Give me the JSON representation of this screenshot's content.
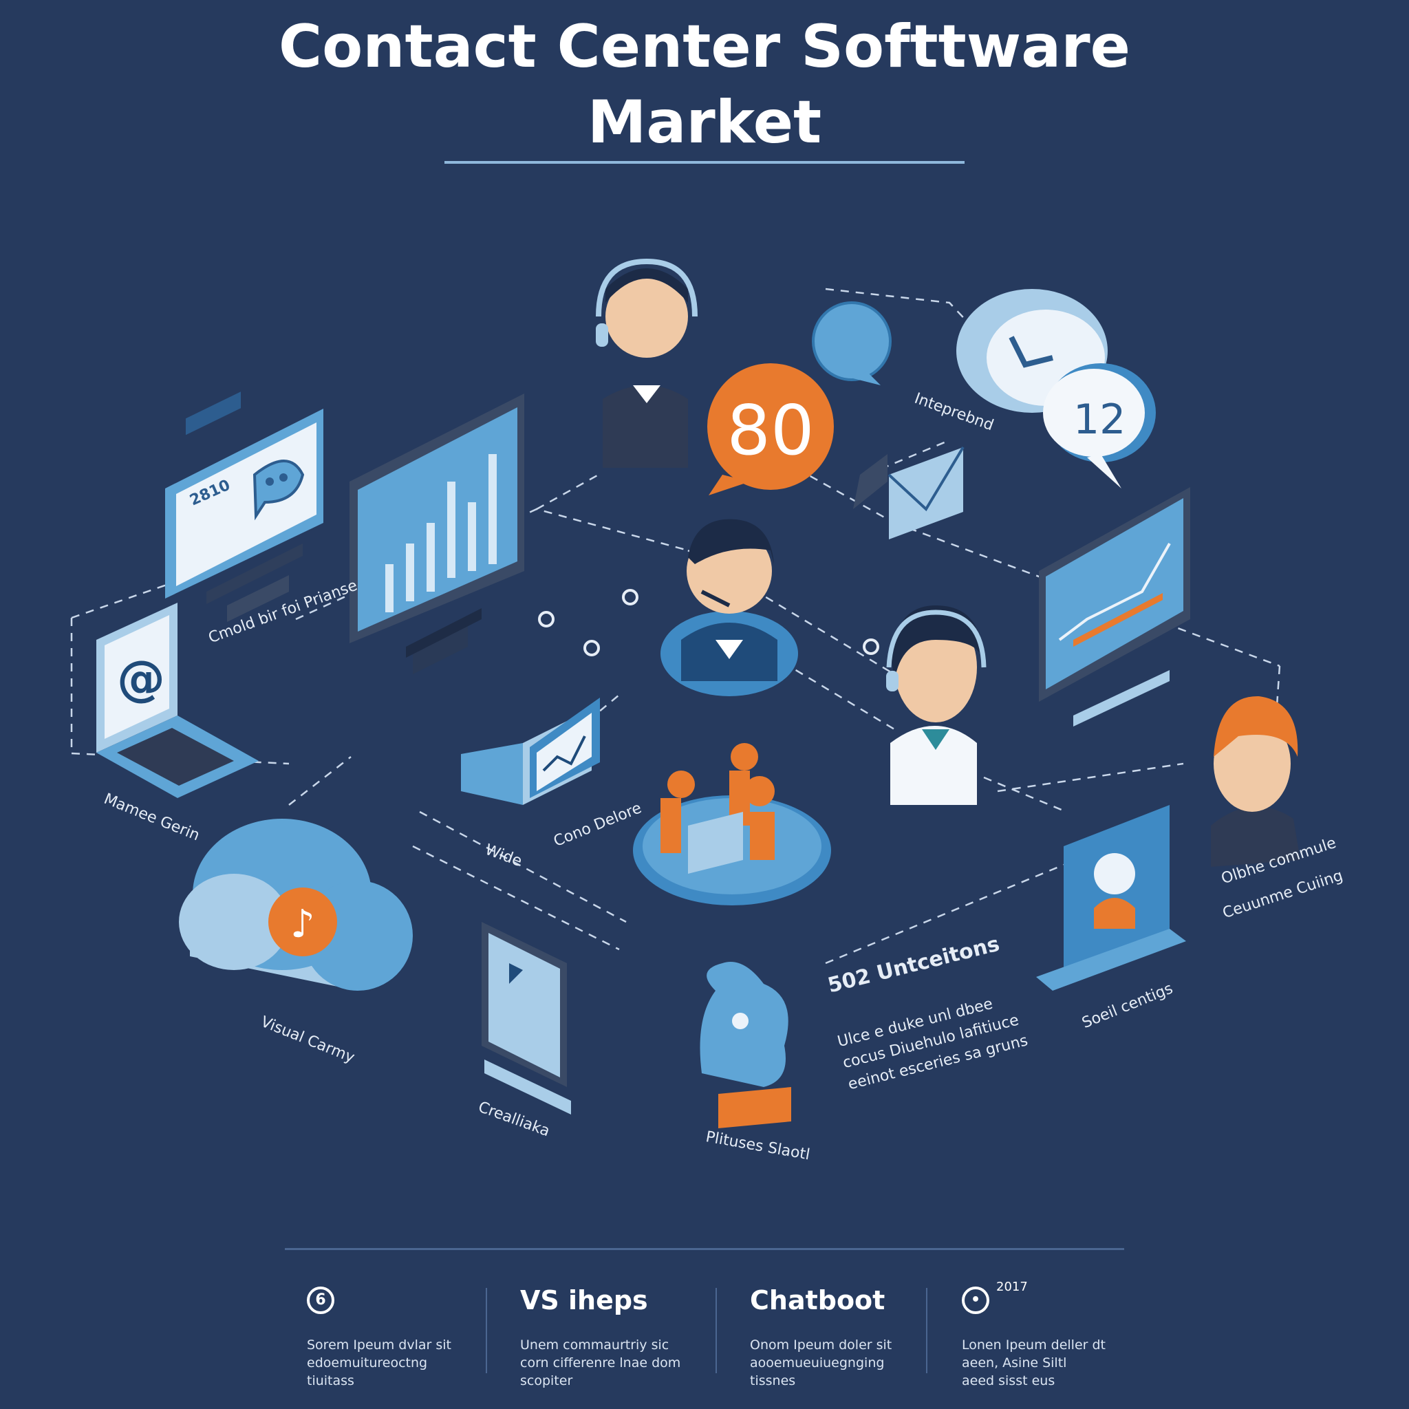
{
  "title": {
    "line1": "Contact Center Softtware",
    "line2": "Market"
  },
  "bubble_number": "80",
  "bubble_number_2": "12",
  "monitor_text": "2810",
  "labels": {
    "top_right": "Inteprebnd",
    "monitor_left": "Cmold bir foi Prianse",
    "laptop": "Mamee Gerin",
    "wide": "Wide",
    "cono": "Cono Delore",
    "cloud": "Visual Carmy",
    "screen_small": "Crealliaka",
    "robot": "Plituses Slaotl",
    "social": "Soeil centigs",
    "person_right_1": "Olbhe commule",
    "person_right_2": "Ceuunme Cuiing"
  },
  "center_block": {
    "heading": "502 Untceitons",
    "lines": [
      "Ulce e duke unl dbee",
      "cocus Diuehulo lafitiuce",
      "eeinot esceries sa gruns"
    ]
  },
  "footer": [
    {
      "icon": "number-six-icon",
      "icon_text": "6",
      "head": "",
      "sup": "",
      "desc": "Sorem Ipeum dvlar sit\nedoemuitureoctng\ntiuitass"
    },
    {
      "icon": "",
      "icon_text": "",
      "head": "VS iheps",
      "sup": "",
      "desc": "Unem commaurtriy sic\ncorn cifferenre lnae dom\nscopiter"
    },
    {
      "icon": "",
      "icon_text": "",
      "head": "Chatboot",
      "sup": "",
      "desc": "Onom Ipeum doler sit\naooemueuiuegnging\ntissnes"
    },
    {
      "icon": "target-icon",
      "icon_text": "",
      "head": "",
      "sup": "2017",
      "desc": "Lonen Ipeum deller dt\naeen, Asine Siltl\naeed sisst eus"
    }
  ],
  "colors": {
    "background": "#263a5e",
    "accent_blue": "#5fa5d6",
    "light_blue": "#a9cde8",
    "orange": "#e87a2e",
    "dark_navy": "#1c2b47"
  }
}
